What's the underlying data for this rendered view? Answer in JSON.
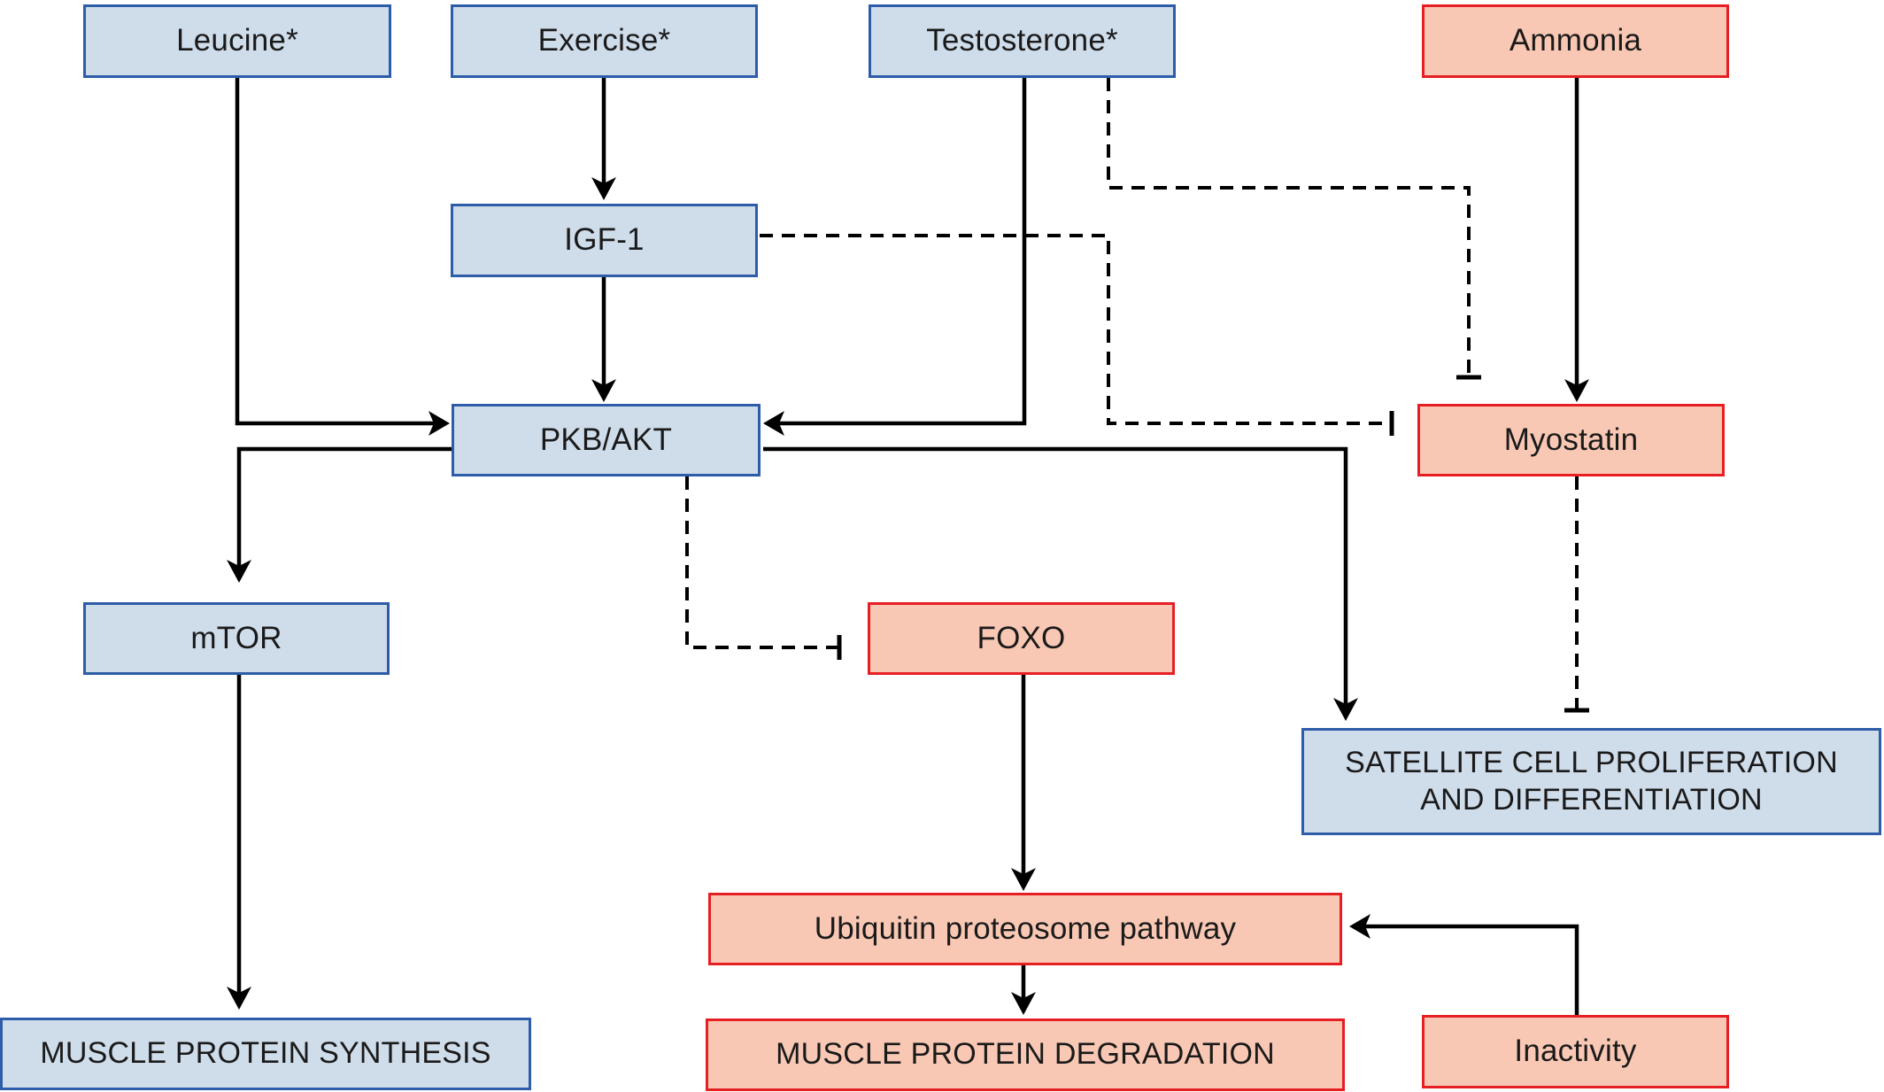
{
  "colors": {
    "positive_fill": "#cfdcea",
    "positive_border": "#2d5ca8",
    "negative_fill": "#f9c8b4",
    "negative_border": "#e51f24",
    "edge": "#000000"
  },
  "nodes": {
    "leucine": "Leucine*",
    "exercise": "Exercise*",
    "testosterone": "Testosterone*",
    "ammonia": "Ammonia",
    "igf1": "IGF-1",
    "pkb_akt": "PKB/AKT",
    "myostatin": "Myostatin",
    "mtor": "mTOR",
    "foxo": "FOXO",
    "satellite": "SATELLITE CELL PROLIFERATION\nAND DIFFERENTIATION",
    "ubiquitin": "Ubiquitin proteosome pathway",
    "mps": "MUSCLE PROTEIN SYNTHESIS",
    "mpd": "MUSCLE PROTEIN DEGRADATION",
    "inactivity": "Inactivity"
  },
  "edges": [
    {
      "from": "leucine",
      "to": "pkb_akt",
      "effect": "activates",
      "style": "solid"
    },
    {
      "from": "exercise",
      "to": "igf1",
      "effect": "activates",
      "style": "solid"
    },
    {
      "from": "igf1",
      "to": "pkb_akt",
      "effect": "activates",
      "style": "solid"
    },
    {
      "from": "testosterone",
      "to": "pkb_akt",
      "effect": "activates",
      "style": "solid"
    },
    {
      "from": "testosterone",
      "to": "myostatin",
      "effect": "inhibits",
      "style": "dashed"
    },
    {
      "from": "igf1",
      "to": "myostatin",
      "effect": "inhibits",
      "style": "dashed"
    },
    {
      "from": "ammonia",
      "to": "myostatin",
      "effect": "activates",
      "style": "solid"
    },
    {
      "from": "pkb_akt",
      "to": "mtor",
      "effect": "activates",
      "style": "solid"
    },
    {
      "from": "pkb_akt",
      "to": "foxo",
      "effect": "inhibits",
      "style": "dashed"
    },
    {
      "from": "pkb_akt",
      "to": "satellite",
      "effect": "activates",
      "style": "solid"
    },
    {
      "from": "myostatin",
      "to": "satellite",
      "effect": "inhibits",
      "style": "dashed"
    },
    {
      "from": "mtor",
      "to": "mps",
      "effect": "activates",
      "style": "solid"
    },
    {
      "from": "foxo",
      "to": "ubiquitin",
      "effect": "activates",
      "style": "solid"
    },
    {
      "from": "ubiquitin",
      "to": "mpd",
      "effect": "activates",
      "style": "solid"
    },
    {
      "from": "inactivity",
      "to": "ubiquitin",
      "effect": "activates",
      "style": "solid"
    }
  ]
}
